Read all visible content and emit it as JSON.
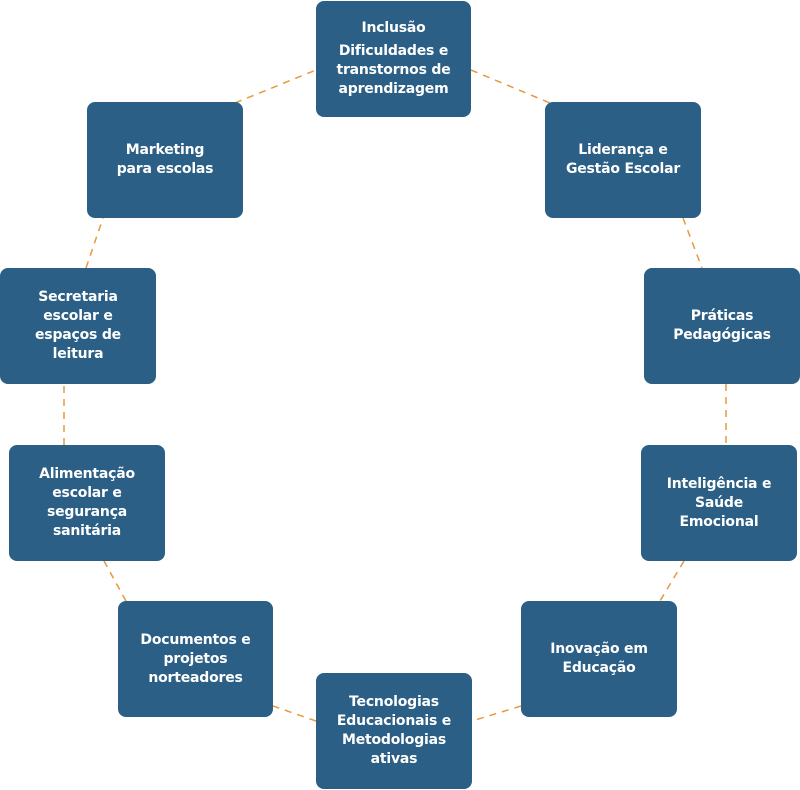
{
  "nodes": [
    {
      "id": "inclusao",
      "title": "Inclusão",
      "lines": [
        "Dificuldades e",
        "transtornos de",
        "aprendizagem"
      ]
    },
    {
      "id": "lideranca",
      "lines": [
        "Liderança e",
        "Gestão Escolar"
      ]
    },
    {
      "id": "praticas",
      "lines": [
        "Práticas",
        "Pedagógicas"
      ]
    },
    {
      "id": "inteligencia",
      "lines": [
        "Inteligência e",
        "Saúde",
        "Emocional"
      ]
    },
    {
      "id": "inovacao",
      "lines": [
        "Inovação em",
        "Educação"
      ]
    },
    {
      "id": "tecnologias",
      "lines": [
        "Tecnologias",
        "Educacionais e",
        "Metodologias",
        "ativas"
      ]
    },
    {
      "id": "documentos",
      "lines": [
        "Documentos e",
        "projetos",
        "norteadores"
      ]
    },
    {
      "id": "alimentacao",
      "lines": [
        "Alimentação",
        "escolar e",
        "segurança",
        "sanitária"
      ]
    },
    {
      "id": "secretaria",
      "lines": [
        "Secretaria",
        "escolar e",
        "espaços de",
        "leitura"
      ]
    },
    {
      "id": "marketing",
      "lines": [
        "Marketing",
        "para escolas"
      ]
    }
  ],
  "colors": {
    "node_fill": "#2b5f86",
    "node_text": "#ffffff",
    "connector": "#e59a3c"
  }
}
